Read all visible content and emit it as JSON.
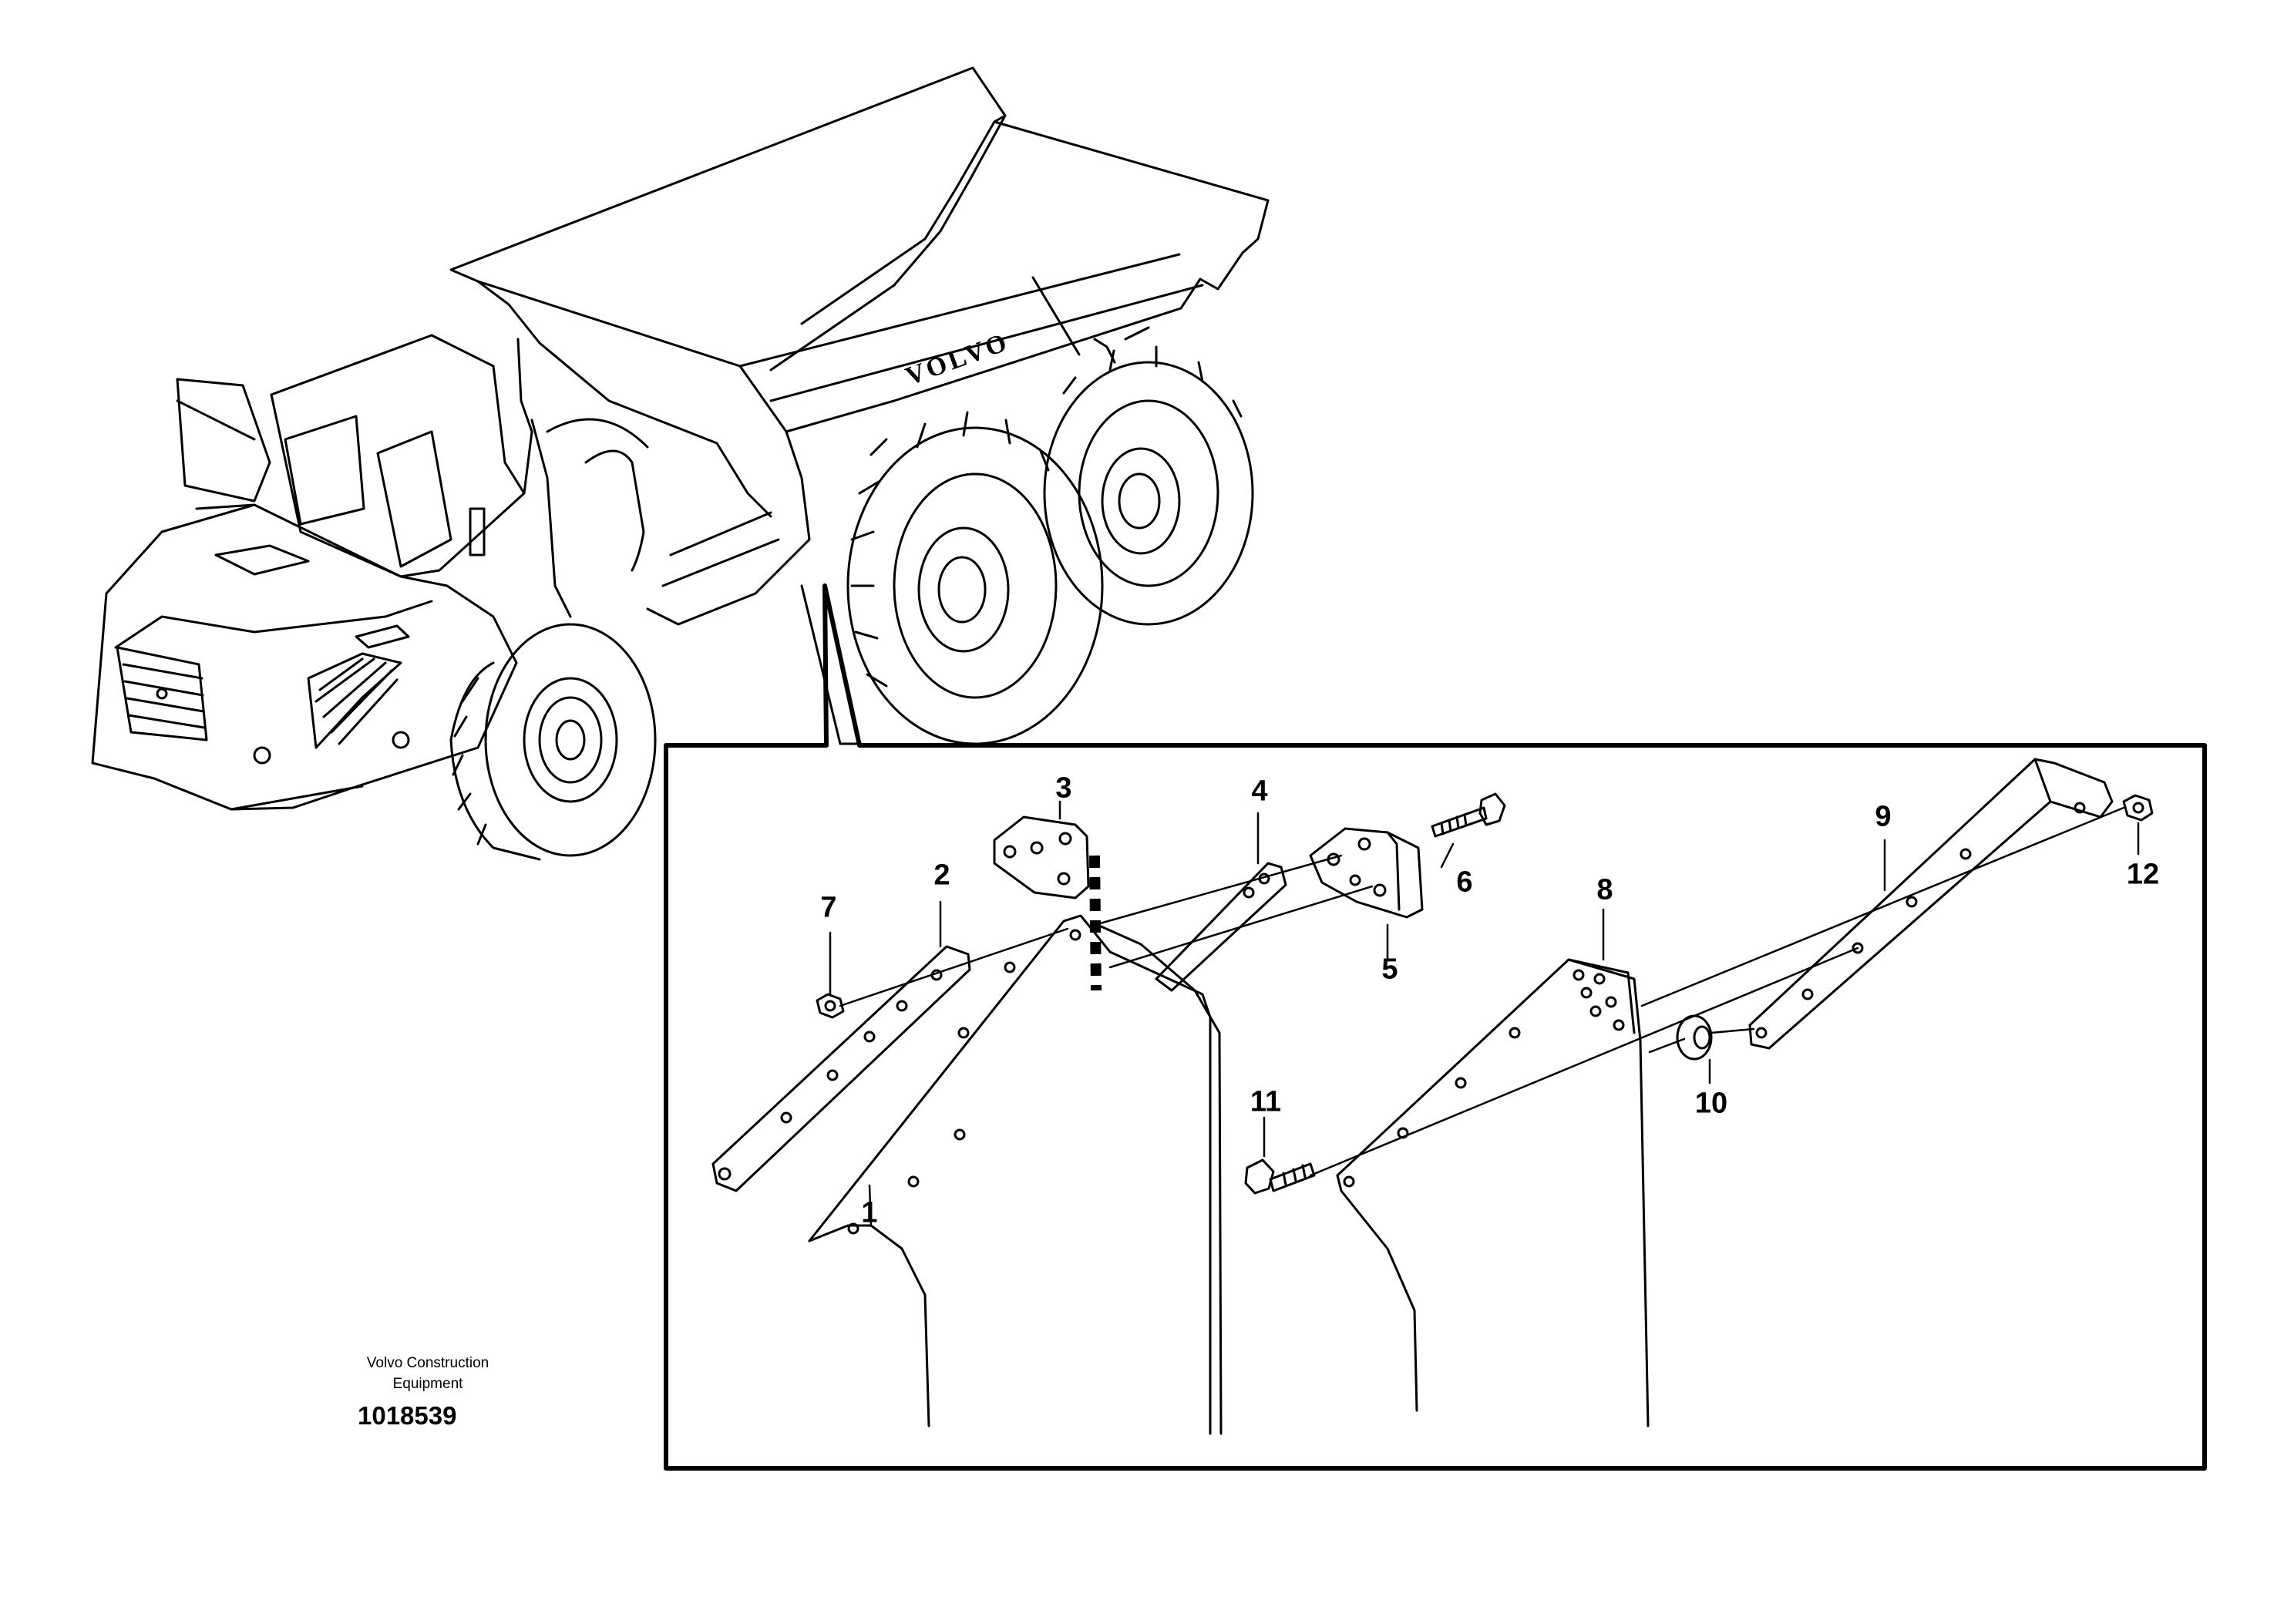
{
  "credit": {
    "line1": "Volvo Construction",
    "line2": "Equipment",
    "drawing_number": "1018539"
  },
  "truck": {
    "body_lettering": "VOLVO"
  },
  "callouts": {
    "c1": "1",
    "c2": "2",
    "c3": "3",
    "c4": "4",
    "c5": "5",
    "c6": "6",
    "c7": "7",
    "c8": "8",
    "c9": "9",
    "c10": "10",
    "c11": "11",
    "c12": "12"
  }
}
